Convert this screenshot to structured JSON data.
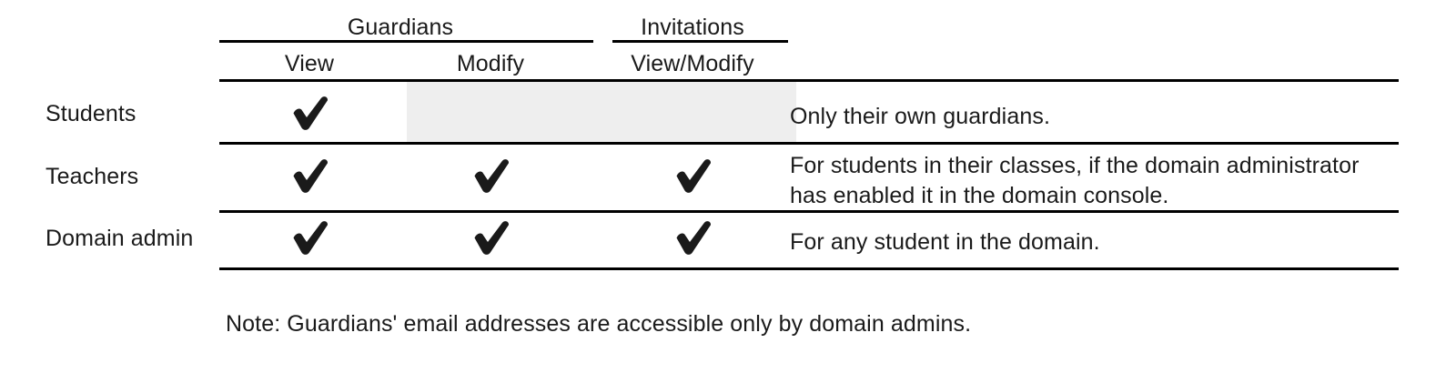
{
  "table": {
    "column_groups": [
      {
        "label": "Guardians",
        "spans": [
          "View",
          "Modify"
        ]
      },
      {
        "label": "Invitations",
        "spans": [
          "View/Modify"
        ]
      }
    ],
    "columns": [
      {
        "key": "role",
        "label": ""
      },
      {
        "key": "view",
        "label": "View"
      },
      {
        "key": "modify",
        "label": "Modify"
      },
      {
        "key": "viewmodify",
        "label": "View/Modify"
      },
      {
        "key": "notes",
        "label": ""
      }
    ],
    "check_glyph": "check-mark",
    "rows": [
      {
        "role": "Students",
        "view": "check",
        "modify": "none",
        "viewmodify": "none",
        "shaded": true,
        "notes": [
          "Only their own guardians."
        ]
      },
      {
        "role": "Teachers",
        "view": "check",
        "modify": "check",
        "viewmodify": "check",
        "shaded": false,
        "notes": [
          "For students in their classes, if the domain administrator",
          "has enabled it in the domain console."
        ]
      },
      {
        "role": "Domain admin",
        "view": "check",
        "modify": "check",
        "viewmodify": "check",
        "shaded": false,
        "notes": [
          "For any student in the domain."
        ]
      }
    ]
  },
  "footnote": {
    "text": "Note: Guardians' email addresses are accessible only by domain admins."
  },
  "colors": {
    "rule": "#000000",
    "text": "#1a1a1a",
    "shade": "#eeeeee",
    "background": "#ffffff"
  }
}
